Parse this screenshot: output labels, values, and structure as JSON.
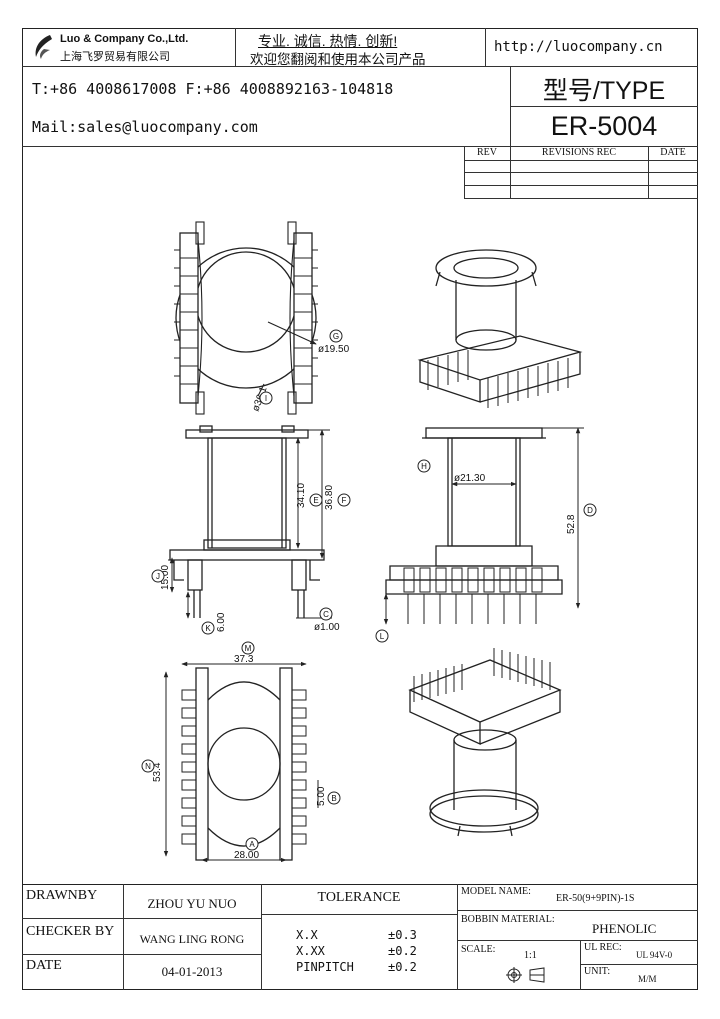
{
  "header": {
    "company_en": "Luo & Company Co.,Ltd.",
    "company_cn": "上海飞罗贸易有限公司",
    "slogan_line1": "专业. 诚信. 热情. 创新!",
    "slogan_line2": "欢迎您翻阅和使用本公司产品",
    "website": "http://luocompany.cn"
  },
  "contact": {
    "phone_fax": "T:+86 4008617008 F:+86 4008892163-104818",
    "mail": "Mail:sales@luocompany.com"
  },
  "type_block": {
    "label": "型号/TYPE",
    "model": "ER-5004"
  },
  "revisions": {
    "headers": [
      "REV",
      "REVISIONS REC",
      "DATE"
    ]
  },
  "dimensions": {
    "d_1950": "ø19.50",
    "d_361": "ø36.1",
    "d_3410": "34.10",
    "d_3680": "36.80",
    "d_2130": "ø21.30",
    "d_528": "52.8",
    "d_1500": "15.00",
    "d_600": "6.00",
    "d_100": "ø1.00",
    "d_373": "37.3",
    "d_534": "53.4",
    "d_500": "5.00",
    "d_2800": "28.00",
    "markers": [
      "G",
      "I",
      "H",
      "F",
      "E",
      "D",
      "J",
      "K",
      "C",
      "L",
      "M",
      "N",
      "B",
      "A"
    ]
  },
  "title_block": {
    "drawnby_label": "DRAWNBY",
    "drawnby_value": "ZHOU YU NUO",
    "checker_label": "CHECKER BY",
    "checker_value": "WANG LING RONG",
    "date_label": "DATE",
    "date_value": "04-01-2013",
    "tolerance_label": "TOLERANCE",
    "tol_rows": [
      {
        "name": "X.X",
        "value": "±0.3"
      },
      {
        "name": "X.XX",
        "value": "±0.2"
      },
      {
        "name": "PINPITCH",
        "value": "±0.2"
      }
    ],
    "model_name_label": "MODEL NAME:",
    "model_name_value": "ER-50(9+9PIN)-1S",
    "bobbin_label": "BOBBIN MATERIAL:",
    "bobbin_value": "PHENOLIC",
    "scale_label": "SCALE:",
    "scale_value": "1:1",
    "ul_label": "UL REC:",
    "ul_value": "UL 94V-0",
    "unit_label": "UNIT:",
    "unit_value": "M/M"
  }
}
